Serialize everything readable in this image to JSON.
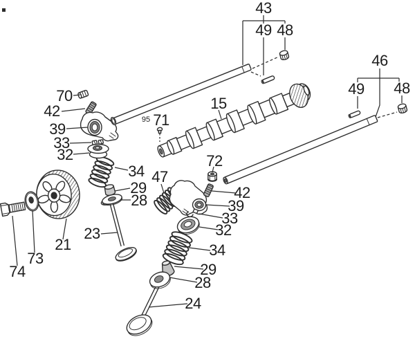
{
  "colors": {
    "paper": "#ffffff",
    "ink": "#2e2e2e",
    "label": "#1c1c1c"
  },
  "labels": {
    "l43": "43",
    "l49_top": "49",
    "l48_top": "48",
    "l70": "70",
    "l42_top": "42",
    "l39_top": "39",
    "l33_top": "33",
    "l32_top": "32",
    "l34_top": "34",
    "l29_top": "29",
    "l28_top": "28",
    "l23": "23",
    "l21": "21",
    "l73": "73",
    "l74": "74",
    "l15": "15",
    "l95": "95",
    "l71": "71",
    "l72": "72",
    "l47": "47",
    "l46": "46",
    "l49_right": "49",
    "l48_right": "48",
    "l42_low": "42",
    "l39_low": "39",
    "l33_low": "33",
    "l32_low": "32",
    "l34_low": "34",
    "l29_low": "29",
    "l28_low": "28",
    "l24": "24"
  }
}
